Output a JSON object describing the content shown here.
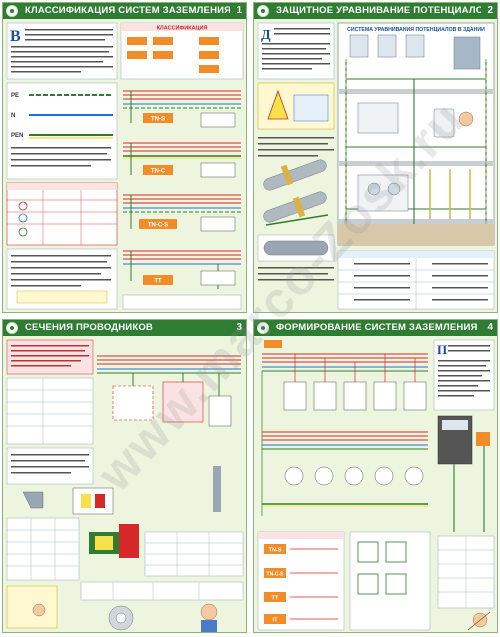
{
  "posters": [
    {
      "title": "КЛАССИФИКАЦИЯ  СИСТЕМ  ЗАЗЕМЛЕНИЯ",
      "number": "1"
    },
    {
      "title": "ЗАЩИТНОЕ  УРАВНИВАНИЕ  ПОТЕНЦИАЛОВ",
      "number": "2"
    },
    {
      "title": "СЕЧЕНИЯ  ПРОВОДНИКОВ",
      "number": "3"
    },
    {
      "title": "ФОРМИРОВАНИЕ  СИСТЕМ  ЗАЗЕМЛЕНИЯ",
      "number": "4"
    }
  ],
  "p1": {
    "section_title": "КЛАССИФИКАЦИЯ",
    "systems": [
      "TN-S",
      "TN-C",
      "TN-C-S",
      "TT"
    ],
    "conductor_labels": [
      "PE",
      "N",
      "PEN"
    ]
  },
  "p2": {
    "section_title": "СИСТЕМА УРАВНИВАНИЯ ПОТЕНЦИАЛОВ В ЗДАНИИ"
  },
  "p4": {
    "systems": [
      "TN-S",
      "TN-C-S",
      "TT",
      "IT"
    ]
  },
  "watermark": "www.marco-Zosk.ru",
  "colors": {
    "header": "#2e7d32",
    "accent_red": "#d62828",
    "accent_orange": "#f28c28",
    "accent_yellow": "#f7e24b"
  }
}
